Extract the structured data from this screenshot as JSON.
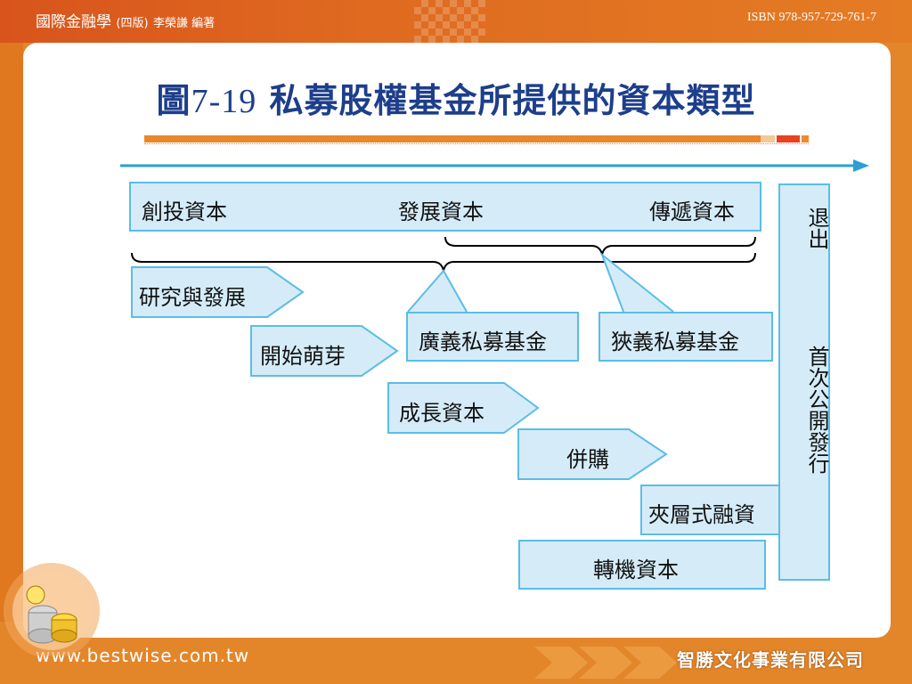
{
  "header": {
    "book_title": "國際金融學",
    "edition": "(四版)",
    "author": "李榮謙 編著",
    "isbn": "ISBN 978-957-729-761-7"
  },
  "slide": {
    "title_prefix": "圖",
    "title_number": "7-19",
    "title_text": " 私募股權基金所提供的資本類型"
  },
  "diagram": {
    "stages": [
      "創投資本",
      "發展資本",
      "傳遞資本"
    ],
    "exit": {
      "top": "退出",
      "bottom": "首次公開發行"
    },
    "funds": [
      "廣義私募基金",
      "狹義私募基金"
    ],
    "steps": [
      "研究與發展",
      "開始萌芽",
      "成長資本",
      "併購",
      "夾層式融資"
    ],
    "turnaround": "轉機資本",
    "colors": {
      "box_fill": "#d5ecf8",
      "box_border": "#5bbde6",
      "arrow": "#2a9fd6",
      "title": "#1d3e8a"
    }
  },
  "footer": {
    "url": "www.bestwise.com.tw",
    "publisher": "智勝文化事業有限公司"
  }
}
